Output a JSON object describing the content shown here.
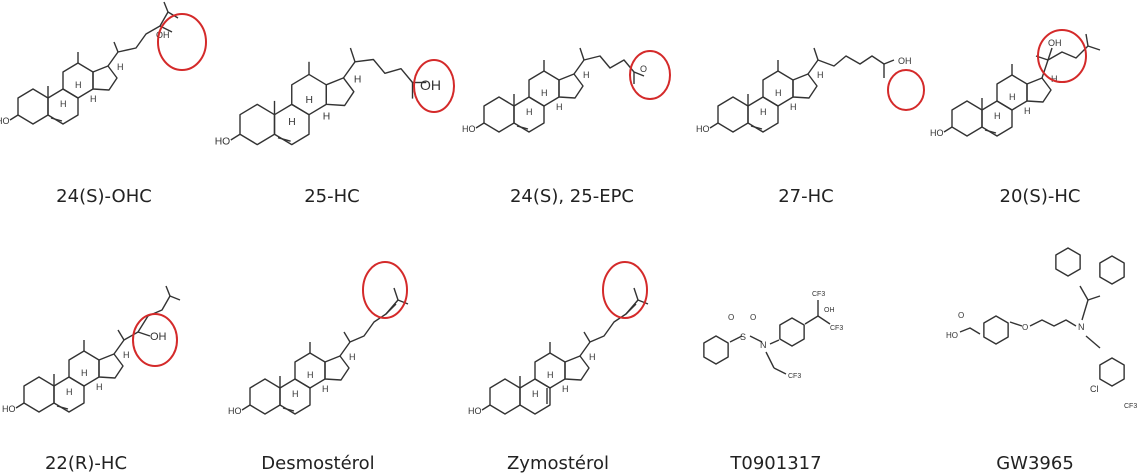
{
  "structures": [
    {
      "name": "24(S)-OHC",
      "group": "OH"
    },
    {
      "name": "25-HC",
      "group": "OH"
    },
    {
      "name": "24(S), 25-EPC",
      "group": "O"
    },
    {
      "name": "27-HC",
      "group": "OH"
    },
    {
      "name": "20(S)-HC",
      "group": "OH"
    },
    {
      "name": "22(R)-HC",
      "group": "OH"
    },
    {
      "name": "Desmostérol",
      "group": ""
    },
    {
      "name": "Zymostérol",
      "group": ""
    },
    {
      "name": "T0901317",
      "group": ""
    },
    {
      "name": "GW3965",
      "group": ""
    }
  ],
  "atom_labels": {
    "ho": "HO",
    "h": "H",
    "oh": "OH",
    "o": "O",
    "n": "N",
    "s": "S",
    "cf3": "CF3",
    "cl": "Cl"
  },
  "colors": {
    "line": "#333333",
    "highlight": "#d42a2a",
    "caption": "#222222"
  }
}
